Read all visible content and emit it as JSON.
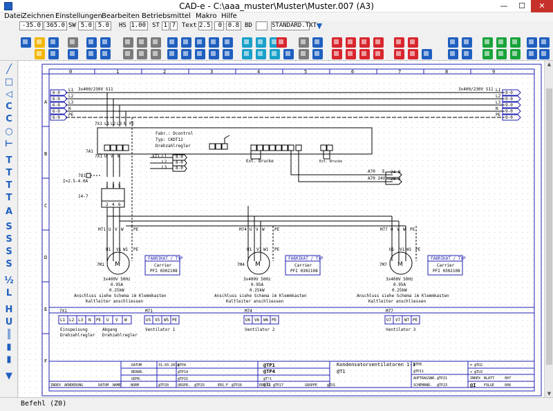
{
  "window": {
    "title": "CAD-e - C:\\aaa_muster\\Muster\\Muster.007 (A3)",
    "minimize": "—",
    "maximize": "☐",
    "close": "✕"
  },
  "menu": [
    "Datei",
    "Zeichnen",
    "Einstellungen",
    "Bearbeiten",
    "Betriebsmittel",
    "Makro",
    "Hilfe"
  ],
  "valuebar": {
    "x": "-35.0",
    "y": "365.0",
    "sw_label": "SW",
    "sw1": "5.0",
    "sw2": "5.0",
    "hs_label": "HS",
    "hs": "1.00",
    "st_label": "ST",
    "st1": "1",
    "st2": "7",
    "text_label": "Text",
    "text1": "2.5",
    "text2": "0",
    "text3": "0.8",
    "bd_label": "BD",
    "bd": "",
    "font": "STANDARD.TXT"
  },
  "status": "Befehl (Z0)",
  "colors": {
    "accent": "#1f5fbf",
    "drawing": "#1d1db0",
    "close": "#c7312b"
  },
  "drawing": {
    "columns": [
      "0",
      "1",
      "2",
      "3",
      "4",
      "5",
      "6",
      "7",
      "8",
      "9"
    ],
    "rows": [
      "A",
      "B",
      "C",
      "D",
      "E",
      "F"
    ],
    "supply": "3x400/230V S11",
    "supply_right": "3x400/230V S11",
    "bus_left": [
      "6-9",
      "6-9",
      "6-9",
      "6-9",
      "6-9"
    ],
    "bus_right": [
      "9-0",
      "9-0",
      "9-0",
      "9-0",
      "9-0"
    ],
    "lines": [
      "L1",
      "L2",
      "L3",
      "N",
      "PE"
    ],
    "lines_right": [
      "L1",
      "L2",
      "L3",
      "N",
      "PE"
    ],
    "tx1_top": "7X1",
    "tx1_terms": [
      "L1",
      "L2",
      "L3",
      "N",
      "PE"
    ],
    "controller_ref": "7A1",
    "controller_text": [
      "Fabr.: Dcontrol",
      "Typ: CKDT12",
      "Drehzahlregler"
    ],
    "tx1_mid": "7X1",
    "tx1_mid_terms": [
      "U",
      "V",
      "W"
    ],
    "x71": "X71",
    "x71_lines": [
      "L1",
      "L2",
      "L3"
    ],
    "x71_refs": [
      "8-0",
      "8-0",
      "8-0"
    ],
    "bridge1": "Ext. Brucke",
    "bridge2": "Ext. Brucke",
    "a70": [
      "A70",
      "A70 24V"
    ],
    "a70_suffix": [
      "E",
      ""
    ],
    "a70_refs": [
      "24-0",
      "24-0"
    ],
    "q_ref": "7Q1",
    "q_current": "I=2.5-4.0A",
    "q_contacts": "14-7",
    "q_terms": [
      "1",
      "3",
      "5"
    ],
    "q_terms_b": [
      "2",
      "4",
      "6"
    ],
    "motors": [
      {
        "xref": "M71",
        "ref": "7M1",
        "terms": [
          "U",
          "V",
          "W",
          "PE"
        ],
        "wind": [
          "U1",
          "V1",
          "W1",
          "PE"
        ],
        "fab_title": "FABRIKAT / TYP",
        "fab1": "Carrier",
        "fab2": "PFI 0302108",
        "v": "3x400V 50Hz",
        "a": "0.95A",
        "kw": "0.25kW",
        "note1": "Anschluss siehe Schema im Klemmkasten",
        "note2": "Kaltleiter anschliessen"
      },
      {
        "xref": "M74",
        "ref": "7M4",
        "terms": [
          "U",
          "V",
          "W",
          "PE"
        ],
        "wind": [
          "U1",
          "V1",
          "W1",
          "PE"
        ],
        "fab_title": "FABRIKAT / TYP",
        "fab1": "Carrier",
        "fab2": "PFI 0302108",
        "v": "3x400V 50Hz",
        "a": "0.95A",
        "kw": "0.25kW",
        "note1": "Anschluss siehe Schema im Klemmkasten",
        "note2": "Kaltleiter anschliessen"
      },
      {
        "xref": "M77",
        "ref": "7M7",
        "terms": [
          "U",
          "V",
          "W",
          "PE"
        ],
        "wind": [
          "U1",
          "V1",
          "W1",
          "PE"
        ],
        "fab_title": "FABRIKAT / TYP",
        "fab1": "Carrier",
        "fab2": "PFI 0302108",
        "v": "3x400V 50Hz",
        "a": "0.95A",
        "kw": "0.25kW",
        "note1": "Anschluss siehe Schema im Klemmkasten",
        "note2": "Kaltleiter anschliessen"
      }
    ],
    "terminal_blocks": [
      {
        "label": "7X1",
        "cells": [
          "L1",
          "L2",
          "L3",
          "N",
          "PE",
          "U",
          "V",
          "W"
        ],
        "desc": [
          "Einspeisung",
          "Drehzahlregler",
          "Abgang",
          "Drehzahlregler"
        ]
      },
      {
        "label": "M71",
        "cells": [
          "U5",
          "V5",
          "W5",
          "PE"
        ],
        "desc": [
          "Ventilator 1"
        ]
      },
      {
        "label": "M74",
        "cells": [
          "U6",
          "V6",
          "W6",
          "PE"
        ],
        "desc": [
          "Ventilator 2"
        ]
      },
      {
        "label": "M77",
        "cells": [
          "U7",
          "V7",
          "W7",
          "PE"
        ],
        "desc": [
          "Ventilator 3"
        ]
      }
    ],
    "titleblock": {
      "left_labels": [
        "INDEX",
        "AENDERUNG",
        "DATUM",
        "NAME",
        "NORM"
      ],
      "datum_label": "DATUM",
      "bearb_label": "BEARB.",
      "gepr_label": "GEPR.",
      "datum": "31.03.2014",
      "tpa": "@TPA",
      "tp14": "@TP14",
      "tp15": "@TP15",
      "tp20": "@TP20",
      "urspr": "URSPR.",
      "tp25": "@TP25",
      "ers_f": "ERS.F",
      "tp26": "@TP26",
      "ers_d": "ERS.D",
      "tp27": "@TP27",
      "gruppe": "GRUPPE",
      "tu1": "@TU1",
      "tp1": "@TP1",
      "tp4": "@TP4",
      "t1": "@T1",
      "kunde_hint": "@T*1",
      "project": "Kondensatorventilatoren 1-3",
      "t1_right": "@T1",
      "tp8": "@TP8",
      "tp11": "@TP11",
      "auftragsnr": "AUFTRAGSNR.",
      "tp21": "@TP21",
      "schemanr": "SCHEMANR.",
      "tp23": "@TP23",
      "tu2": "= @TU2",
      "tu3": "+ @TU3",
      "index": "INDEX",
      "blatt": "BLATT",
      "blatt_no": "007",
      "i_label": "@I",
      "folge": "FOLGE",
      "folge_no": "008"
    }
  }
}
